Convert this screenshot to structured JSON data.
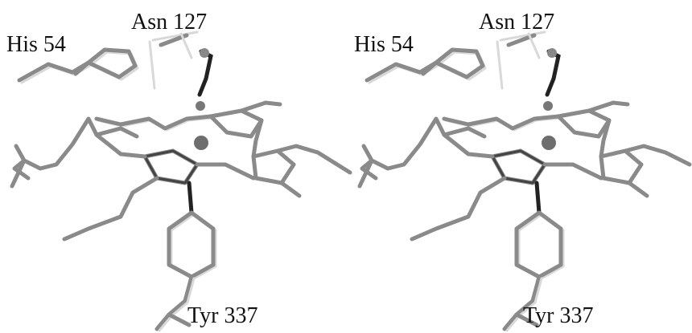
{
  "panels": [
    {
      "labels": {
        "his": "His 54",
        "asn": "Asn 127",
        "tyr": "Tyr 337"
      }
    },
    {
      "labels": {
        "his": "His 54",
        "asn": "Asn 127",
        "tyr": "Tyr 337"
      }
    }
  ],
  "colors": {
    "bond_dark": "#555555",
    "bond_light": "#d9d9d9",
    "atom": "#777777",
    "background": "#ffffff"
  }
}
